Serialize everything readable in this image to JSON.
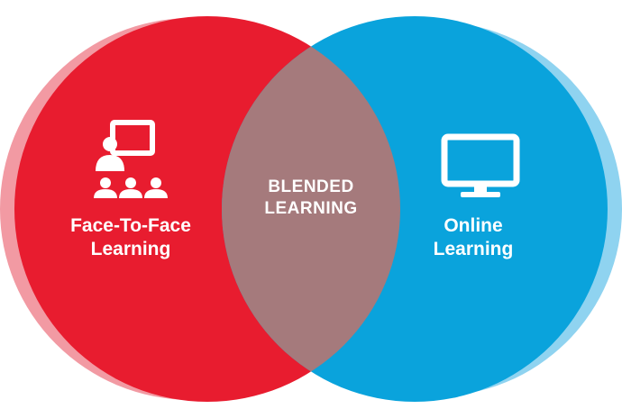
{
  "colors": {
    "left_circle": "#e81c2f",
    "left_shadow": "#f29aa3",
    "right_circle": "#0aa3dc",
    "right_shadow": "#8fd3f0",
    "overlap": "#a57a7c",
    "text": "#ffffff"
  },
  "left": {
    "line1": "Face-To-Face",
    "line2": "Learning",
    "icon": "classroom-teacher-icon"
  },
  "center": {
    "line1": "BLENDED",
    "line2": "LEARNING"
  },
  "right": {
    "line1": "Online",
    "line2": "Learning",
    "icon": "monitor-icon"
  }
}
